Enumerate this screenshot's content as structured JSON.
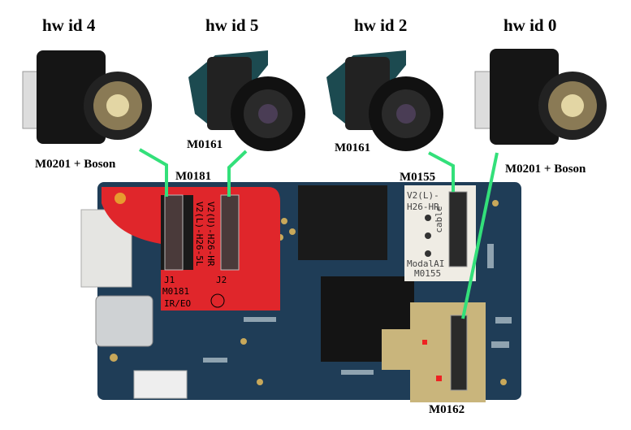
{
  "title_labels": [
    "hw id 4",
    "hw id 5",
    "hw id 2",
    "hw id 0"
  ],
  "camera_labels": {
    "cam4": "M0201 + Boson",
    "cam5": "M0161",
    "cam2": "M0161",
    "cam0": "M0201 + Boson"
  },
  "adapter_labels": {
    "red_adapter": "M0181",
    "white_adapter": "M0155",
    "gold_adapter": "M0162"
  },
  "silkscreen": {
    "j1": "J1",
    "j2": "J2",
    "j1_spec": "V2(L)-H26-5L",
    "j2_spec": "V2(U)-H26-HR",
    "red_part": "M0181",
    "red_type": "IR/EO",
    "white_line1": "V2(L)-",
    "white_line2": "H26-HR",
    "white_cable": "cable",
    "white_brand": "ModalAI",
    "white_part": "M0155"
  },
  "colors": {
    "link_line": "#33e07a",
    "board": "#1f3d57",
    "red_adapter": "#e0262b",
    "white_adapter": "#efece4",
    "gold_adapter": "#c9b57c"
  }
}
